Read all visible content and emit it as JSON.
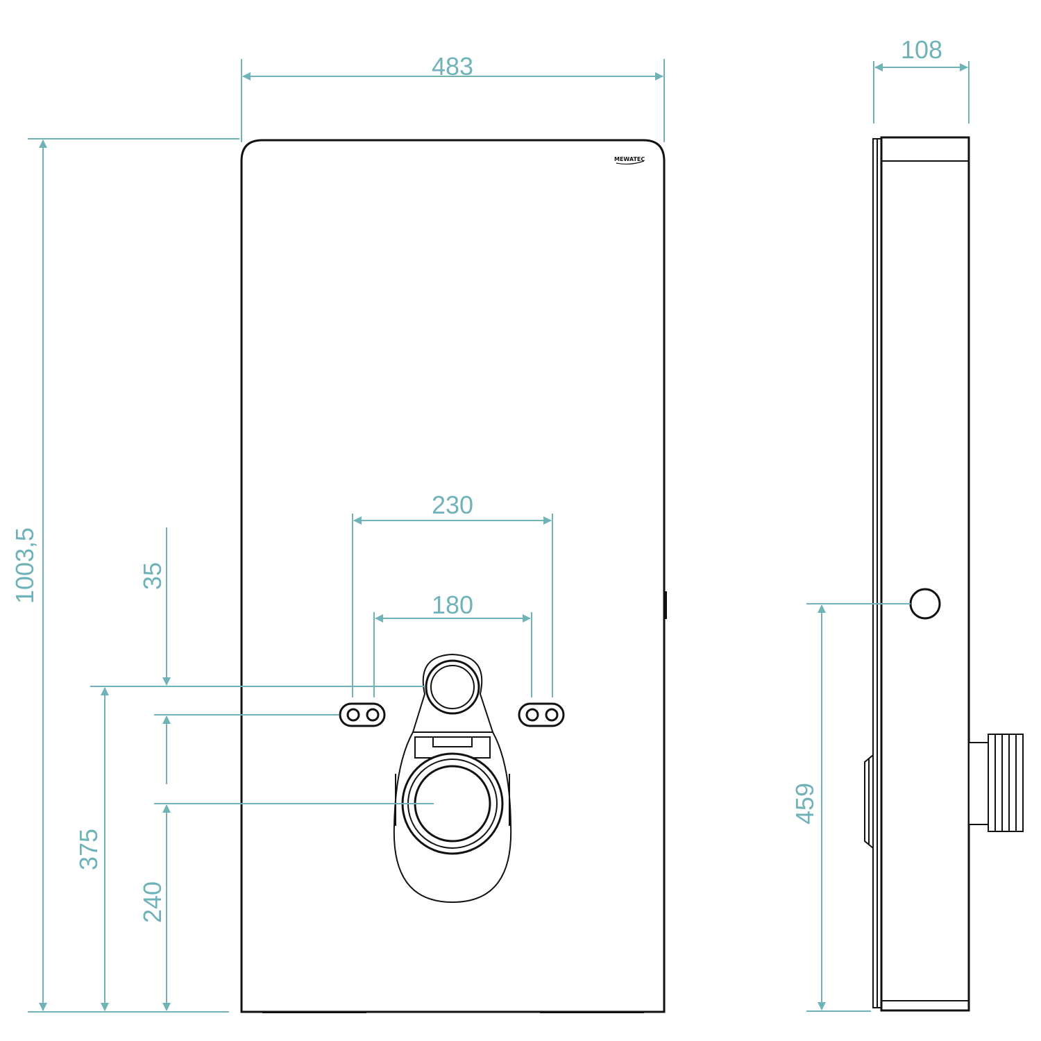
{
  "logo": {
    "text": "MEWATEC"
  },
  "colors": {
    "dimension": "#6fb3b8",
    "outline": "#111111",
    "background": "#ffffff"
  },
  "dimensions": {
    "front_width": "483",
    "side_depth": "108",
    "total_height": "1003,5",
    "bracket_spacing_outer": "230",
    "bracket_spacing_inner": "180",
    "bracket_offset": "35",
    "bracket_height": "375",
    "outlet_height": "240",
    "side_inlet_height": "459"
  }
}
